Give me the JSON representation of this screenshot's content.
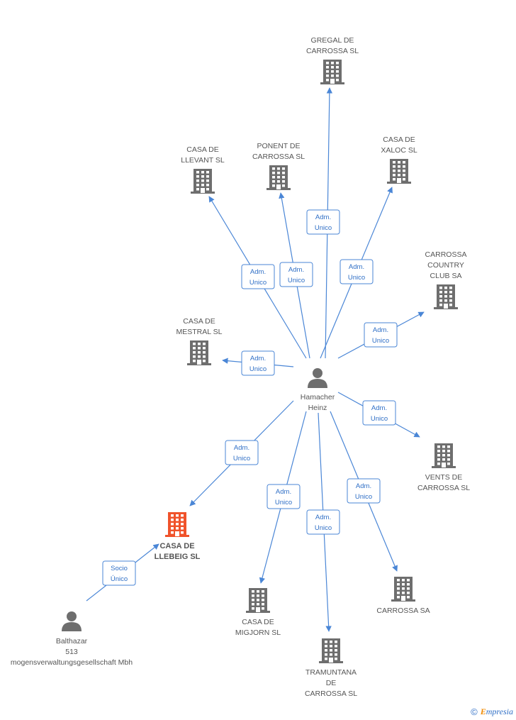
{
  "colors": {
    "edge": "#4a86d6",
    "company": "#6e6e6e",
    "highlight": "#f0532b",
    "person": "#6e6e6e"
  },
  "nodes": [
    {
      "id": "gregal",
      "kind": "company",
      "lines": [
        "GREGAL DE",
        "CARROSSA SL"
      ]
    },
    {
      "id": "llevant",
      "kind": "company",
      "lines": [
        "CASA DE",
        "LLEVANT SL"
      ]
    },
    {
      "id": "ponent",
      "kind": "company",
      "lines": [
        "PONENT DE",
        "CARROSSA SL"
      ]
    },
    {
      "id": "xaloc",
      "kind": "company",
      "lines": [
        "CASA DE",
        "XALOC SL"
      ]
    },
    {
      "id": "country",
      "kind": "company",
      "lines": [
        "CARROSSA",
        "COUNTRY",
        "CLUB SA"
      ]
    },
    {
      "id": "mestral",
      "kind": "company",
      "lines": [
        "CASA DE",
        "MESTRAL SL"
      ]
    },
    {
      "id": "hamacher",
      "kind": "person",
      "lines": [
        "Hamacher",
        "Heinz"
      ]
    },
    {
      "id": "vents",
      "kind": "company",
      "lines": [
        "VENTS DE",
        "CARROSSA SL"
      ]
    },
    {
      "id": "llebeig",
      "kind": "company-highlight",
      "lines": [
        "CASA DE",
        "LLEBEIG SL"
      ]
    },
    {
      "id": "migjorn",
      "kind": "company",
      "lines": [
        "CASA DE",
        "MIGJORN SL"
      ]
    },
    {
      "id": "carrossa",
      "kind": "company",
      "lines": [
        "CARROSSA SA"
      ]
    },
    {
      "id": "tramuntana",
      "kind": "company",
      "lines": [
        "TRAMUNTANA",
        "DE",
        "CARROSSA SL"
      ]
    },
    {
      "id": "balthazar",
      "kind": "person",
      "lines": [
        "Balthazar",
        "513",
        "mogensverwaltungsgesellschaft Mbh"
      ]
    }
  ],
  "edges": [
    {
      "from": "hamacher",
      "to": "gregal",
      "lines": [
        "Adm.",
        "Unico"
      ]
    },
    {
      "from": "hamacher",
      "to": "llevant",
      "lines": [
        "Adm.",
        "Unico"
      ]
    },
    {
      "from": "hamacher",
      "to": "ponent",
      "lines": [
        "Adm.",
        "Unico"
      ]
    },
    {
      "from": "hamacher",
      "to": "xaloc",
      "lines": [
        "Adm.",
        "Unico"
      ]
    },
    {
      "from": "hamacher",
      "to": "country",
      "lines": [
        "Adm.",
        "Unico"
      ]
    },
    {
      "from": "hamacher",
      "to": "mestral",
      "lines": [
        "Adm.",
        "Unico"
      ]
    },
    {
      "from": "hamacher",
      "to": "vents",
      "lines": [
        "Adm.",
        "Unico"
      ]
    },
    {
      "from": "hamacher",
      "to": "llebeig",
      "lines": [
        "Adm.",
        "Unico"
      ]
    },
    {
      "from": "hamacher",
      "to": "migjorn",
      "lines": [
        "Adm.",
        "Unico"
      ]
    },
    {
      "from": "hamacher",
      "to": "tramuntana",
      "lines": [
        "Adm.",
        "Unico"
      ]
    },
    {
      "from": "hamacher",
      "to": "carrossa",
      "lines": [
        "Adm.",
        "Unico"
      ]
    },
    {
      "from": "balthazar",
      "to": "llebeig",
      "lines": [
        "Socio",
        "Único"
      ]
    }
  ],
  "footer": {
    "copyright": "©",
    "brand_initial": "E",
    "brand_rest": "mpresia"
  }
}
